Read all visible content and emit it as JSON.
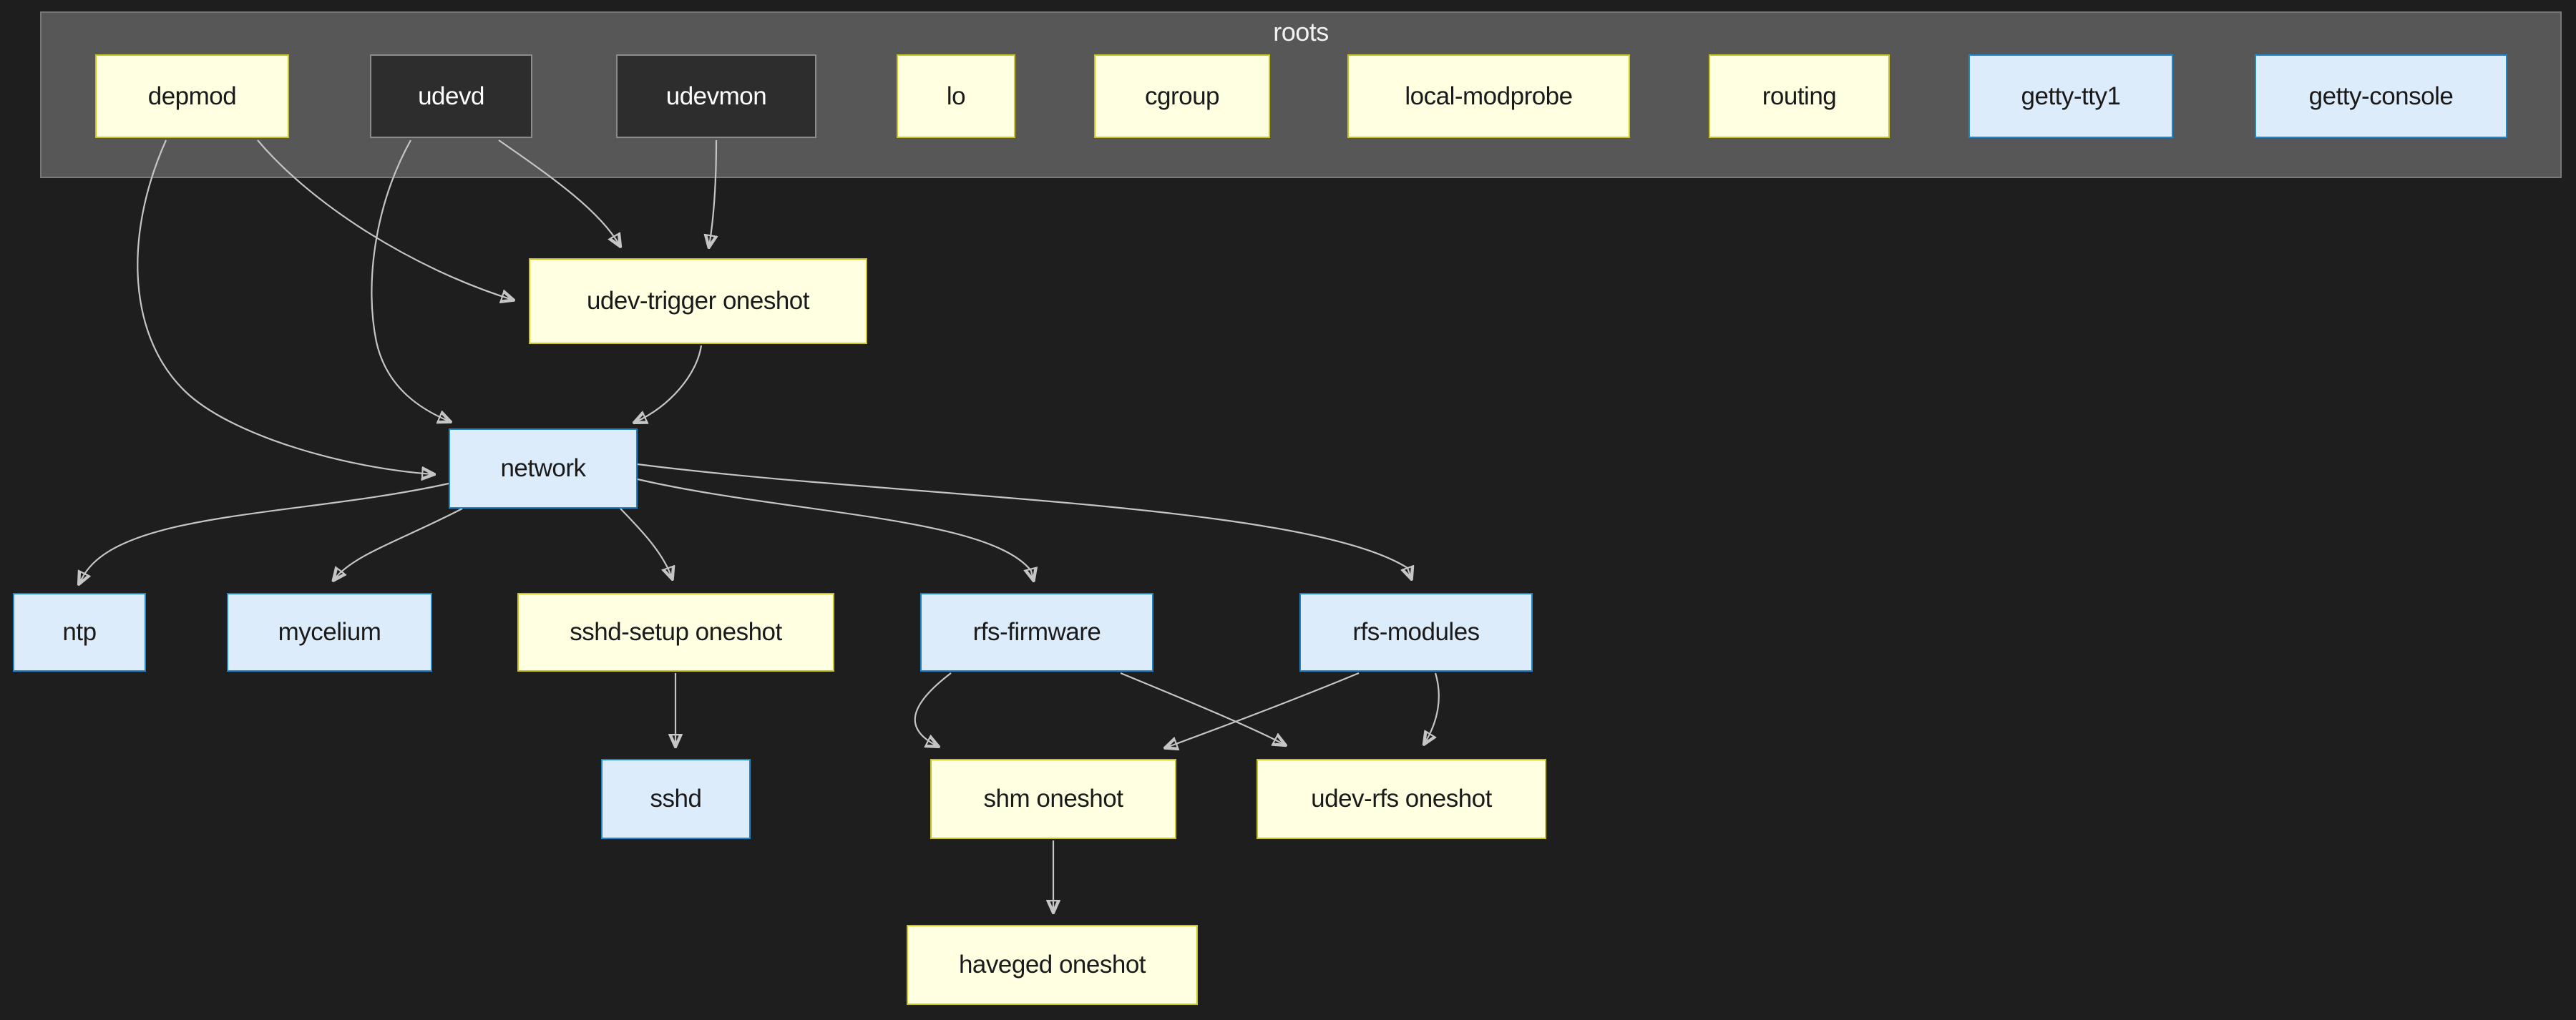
{
  "graph": {
    "cluster": {
      "label": "roots"
    },
    "nodes": {
      "depmod": {
        "label": "depmod",
        "kind": "oneshot"
      },
      "udevd": {
        "label": "udevd",
        "kind": "hidden"
      },
      "udevmon": {
        "label": "udevmon",
        "kind": "hidden"
      },
      "lo": {
        "label": "lo",
        "kind": "oneshot"
      },
      "cgroup": {
        "label": "cgroup",
        "kind": "oneshot"
      },
      "local_modprobe": {
        "label": "local-modprobe",
        "kind": "oneshot"
      },
      "routing": {
        "label": "routing",
        "kind": "oneshot"
      },
      "getty_tty1": {
        "label": "getty-tty1",
        "kind": "longrun"
      },
      "getty_console": {
        "label": "getty-console",
        "kind": "longrun"
      },
      "udev_trigger": {
        "label": "udev-trigger oneshot",
        "kind": "oneshot"
      },
      "network": {
        "label": "network",
        "kind": "longrun"
      },
      "ntp": {
        "label": "ntp",
        "kind": "longrun"
      },
      "mycelium": {
        "label": "mycelium",
        "kind": "longrun"
      },
      "sshd_setup": {
        "label": "sshd-setup oneshot",
        "kind": "oneshot"
      },
      "rfs_firmware": {
        "label": "rfs-firmware",
        "kind": "longrun"
      },
      "rfs_modules": {
        "label": "rfs-modules",
        "kind": "longrun"
      },
      "sshd": {
        "label": "sshd",
        "kind": "longrun"
      },
      "shm": {
        "label": "shm oneshot",
        "kind": "oneshot"
      },
      "udev_rfs": {
        "label": "udev-rfs oneshot",
        "kind": "oneshot"
      },
      "haveged": {
        "label": "haveged oneshot",
        "kind": "oneshot"
      }
    },
    "edges": [
      {
        "from": "depmod",
        "to": "udev-trigger oneshot"
      },
      {
        "from": "depmod",
        "to": "network"
      },
      {
        "from": "udevd",
        "to": "udev-trigger oneshot"
      },
      {
        "from": "udevd",
        "to": "network"
      },
      {
        "from": "udevmon",
        "to": "udev-trigger oneshot"
      },
      {
        "from": "udev-trigger oneshot",
        "to": "network"
      },
      {
        "from": "network",
        "to": "ntp"
      },
      {
        "from": "network",
        "to": "mycelium"
      },
      {
        "from": "network",
        "to": "sshd-setup oneshot"
      },
      {
        "from": "network",
        "to": "rfs-firmware"
      },
      {
        "from": "network",
        "to": "rfs-modules"
      },
      {
        "from": "sshd-setup oneshot",
        "to": "sshd"
      },
      {
        "from": "rfs-firmware",
        "to": "shm oneshot"
      },
      {
        "from": "rfs-firmware",
        "to": "udev-rfs oneshot"
      },
      {
        "from": "rfs-modules",
        "to": "shm oneshot"
      },
      {
        "from": "rfs-modules",
        "to": "udev-rfs oneshot"
      },
      {
        "from": "shm oneshot",
        "to": "haveged oneshot"
      }
    ],
    "colors": {
      "background": "#1e1e1e",
      "cluster_fill": "#575757",
      "cluster_border": "#787878",
      "oneshot_fill": "#ffffe2",
      "oneshot_border": "#c9c520",
      "longrun_fill": "#ddecfa",
      "longrun_border": "#1d87c8",
      "hidden_fill": "#2d2d2d",
      "hidden_border": "#8c8c8c",
      "edge": "#c5c5c5",
      "cluster_label_text": "#f2f2f2",
      "node_text_dark": "#1a1a1a",
      "node_text_light": "#ffffff"
    }
  }
}
